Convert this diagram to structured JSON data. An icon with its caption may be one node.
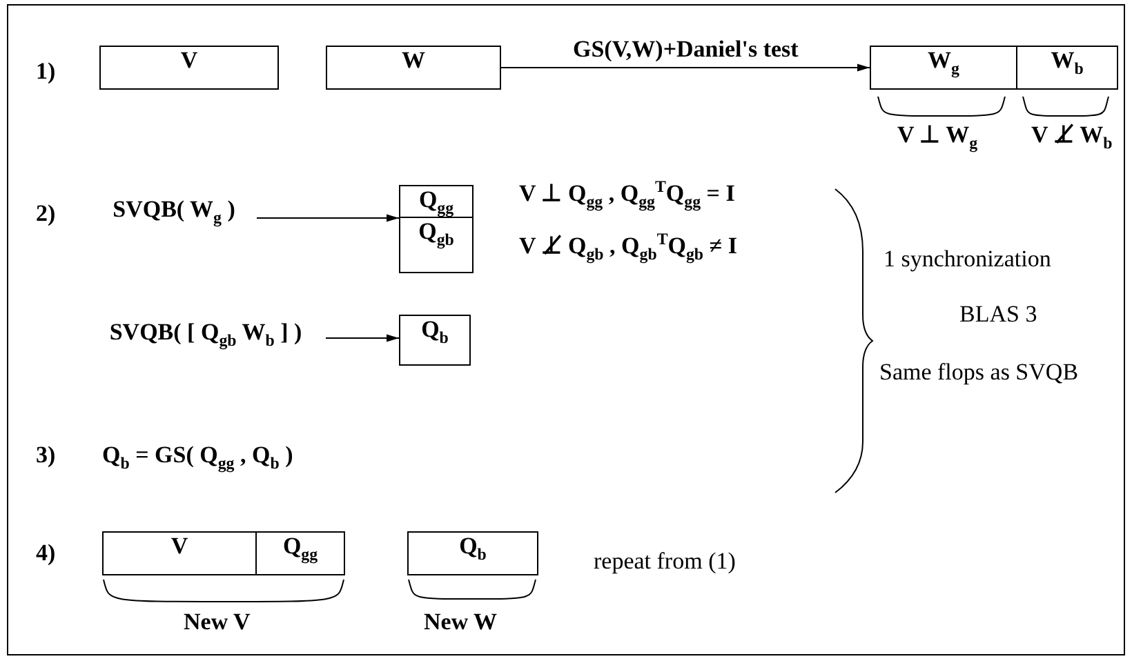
{
  "diagram": {
    "nodes": [
      {
        "text": [
          "V"
        ]
      },
      {
        "text": [
          "W"
        ]
      },
      {
        "text": [
          "W$_{g}$"
        ]
      },
      {
        "text": [
          "W$_{b}$"
        ]
      },
      {
        "text": [
          "SVQB( W$_{g}$ )"
        ]
      },
      {
        "text": [
          "Q$_{gg}$"
        ]
      },
      {
        "text": [
          "Q$_{gb}$"
        ]
      },
      {
        "text": [
          "SVQB( [ Q$_{gb}$ W$_{b}$ ] )"
        ]
      },
      {
        "text": [
          "Q$_{b}$"
        ]
      },
      {
        "text": [
          "V"
        ]
      },
      {
        "text": [
          "Q$_{gg}$"
        ]
      },
      {
        "text": [
          "Q$_{b}$"
        ]
      }
    ],
    "edges": [
      {
        "from": 1,
        "to": 2,
        "arrow": "to",
        "label": "GS(V,W)+Daniel's test"
      },
      {
        "from": 4,
        "to": 5,
        "arrow": "to"
      },
      {
        "from": 7,
        "to": 8,
        "arrow": "to"
      }
    ],
    "labels": [
      "1)",
      "V ⊥ W$_{g}$",
      "V ⊥̸ W$_{b}$",
      "2)",
      "V ⊥ Q$_{gg}$ , Q$_{gg}$$^{T}$Q$_{gg}$ = I",
      "V ⊥̸ Q$_{gb}$ , Q$_{gb}$$^{T}$Q$_{gb}$ ≠ I",
      "1 synchronization",
      "BLAS 3",
      "Same flops as SVQB",
      "3)",
      "Q$_{b}$ = GS( Q$_{gg}$ , Q$_{b}$ )",
      "4)",
      "repeat from (1)",
      "New V",
      "New W"
    ]
  }
}
